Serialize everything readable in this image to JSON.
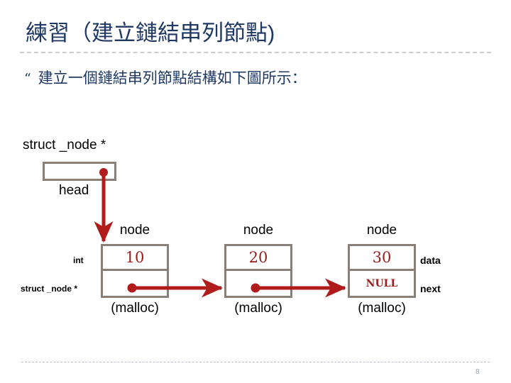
{
  "slide": {
    "title": "練習（建立鏈結串列節點)",
    "page_number": "8",
    "accent_color": "#1F3864",
    "pointer_color": "#b01b1b",
    "box_border_color": "#8a7f77",
    "value_color": "#9c1b1b"
  },
  "bullet": {
    "glyph": "“",
    "text": "建立一個鏈結串列節點結構如下圖所示："
  },
  "diagram": {
    "head_pointer": {
      "type_label": "struct _node *",
      "name_label": "head"
    },
    "field_labels": {
      "left_data_type": "int",
      "left_next_type": "struct _node *",
      "right_data_name": "data",
      "right_next_name": "next"
    },
    "nodes": [
      {
        "title": "node",
        "data": "10",
        "next": "",
        "allocation": "(malloc)"
      },
      {
        "title": "node",
        "data": "20",
        "next": "",
        "allocation": "(malloc)"
      },
      {
        "title": "node",
        "data": "30",
        "next": "NULL",
        "allocation": "(malloc)"
      }
    ]
  }
}
